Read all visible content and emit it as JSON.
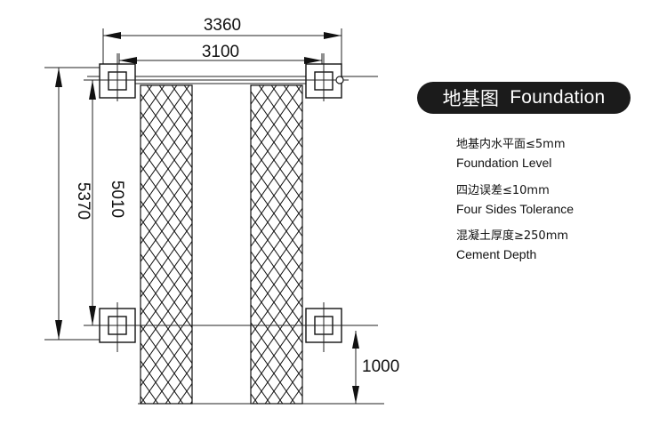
{
  "dimensions": {
    "overall_width": "3360",
    "post_spacing": "3100",
    "overall_length": "5370",
    "post_length_spacing": "5010",
    "front_offset": "1000"
  },
  "title": {
    "cn": "地基图",
    "en": "Foundation"
  },
  "specs": [
    {
      "cn": "地基内水平面≤5mm",
      "en": "Foundation Level"
    },
    {
      "cn": "四边误差≤10mm",
      "en": "Four Sides Tolerance"
    },
    {
      "cn": "混凝土厚度≥250mm",
      "en": "Cement Depth"
    }
  ]
}
